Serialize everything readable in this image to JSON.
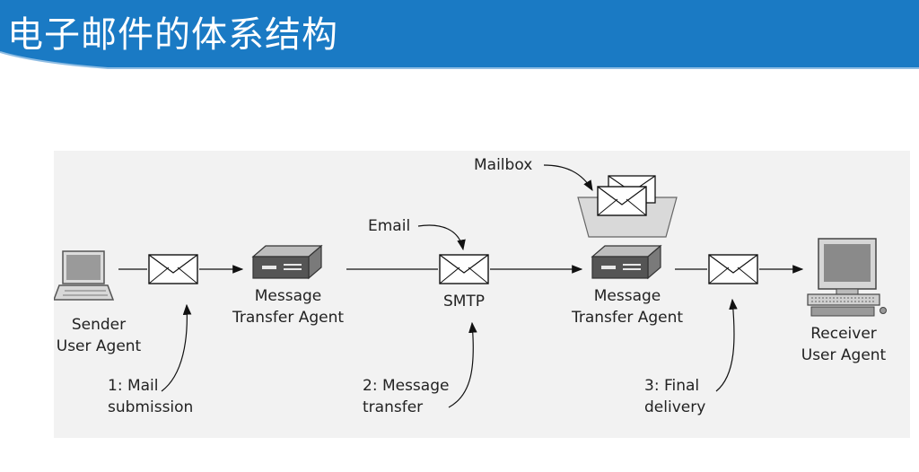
{
  "header": {
    "title": "电子邮件的体系结构",
    "bg_color": "#1a7ac4",
    "accent_color": "#0e5fa3"
  },
  "diagram": {
    "labels": {
      "sender_line1": "Sender",
      "sender_line2": "User Agent",
      "mta1_line1": "Message",
      "mta1_line2": "Transfer Agent",
      "smtp": "SMTP",
      "email": "Email",
      "mailbox": "Mailbox",
      "mta2_line1": "Message",
      "mta2_line2": "Transfer Agent",
      "receiver_line1": "Receiver",
      "receiver_line2": "User Agent",
      "step1_line1": "1: Mail",
      "step1_line2": "submission",
      "step2_line1": "2: Message",
      "step2_line2": "transfer",
      "step3_line1": "3: Final",
      "step3_line2": "delivery"
    }
  }
}
